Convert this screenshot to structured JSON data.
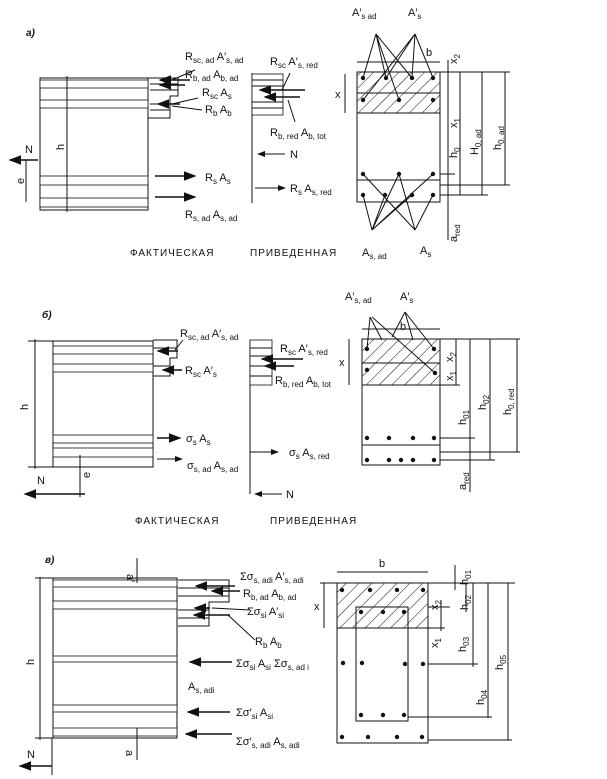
{
  "panels": [
    {
      "id": "a",
      "marker": "а)",
      "captions": {
        "actual": "ФАКТИЧЕСКАЯ",
        "reduced": "ПРИВЕДЕННАЯ"
      },
      "labels": {
        "rsc_ad": [
          {
            "t": "R",
            "s": "sc, ad"
          },
          {
            "t": " A′",
            "s": "s, ad"
          }
        ],
        "rb_ad": [
          {
            "t": "R",
            "s": "b, ad"
          },
          {
            "t": " A",
            "s": "b, ad"
          }
        ],
        "rsc_as": [
          {
            "t": "R",
            "s": "sc"
          },
          {
            "t": " A",
            "s": "s"
          }
        ],
        "rb_ab": [
          {
            "t": "R",
            "s": "b"
          },
          {
            "t": " A",
            "s": "b"
          }
        ],
        "rs_as": [
          {
            "t": "R",
            "s": "s"
          },
          {
            "t": " A",
            "s": "s"
          }
        ],
        "rs_ad": [
          {
            "t": "R",
            "s": "s, ad"
          },
          {
            "t": " A",
            "s": "s, ad"
          }
        ],
        "rsc_red": [
          {
            "t": "R",
            "s": "sc"
          },
          {
            "t": " A′",
            "s": "s, red"
          }
        ],
        "rb_red": [
          {
            "t": "R",
            "s": "b, red"
          },
          {
            "t": " A",
            "s": "b, tot"
          }
        ],
        "rs_red": [
          {
            "t": "R",
            "s": "s"
          },
          {
            "t": " A",
            "s": "s, red"
          }
        ],
        "as_ad_top": [
          {
            "t": "A′",
            "s": "s  ad"
          }
        ],
        "as_top": [
          {
            "t": "A′",
            "s": "s"
          }
        ],
        "as_ad_bot": [
          {
            "t": "A",
            "s": "s, ad"
          }
        ],
        "as_bot": [
          {
            "t": "A",
            "s": "s"
          }
        ],
        "h0": [
          {
            "t": "h",
            "s": "0"
          }
        ],
        "H0ad": [
          {
            "t": "H",
            "s": "0, ad"
          }
        ],
        "h0ad": [
          {
            "t": "h",
            "s": "0, ad"
          }
        ],
        "ared": [
          {
            "t": "a",
            "s": "red"
          }
        ],
        "x1": [
          {
            "t": "x",
            "s": "1"
          }
        ],
        "x2": [
          {
            "t": "x",
            "s": "2"
          }
        ]
      },
      "N": "N",
      "h": "h",
      "e": "e",
      "x": "x",
      "b": "b"
    },
    {
      "id": "b",
      "marker": "б)",
      "captions": {
        "actual": "ФАКТИЧЕСКАЯ",
        "reduced": "ПРИВЕДЕННАЯ"
      },
      "labels": {
        "rsc_ad": [
          {
            "t": "R",
            "s": "sc, ad"
          },
          {
            "t": " A′",
            "s": "s, ad"
          }
        ],
        "rsc_as": [
          {
            "t": "R",
            "s": "sc"
          },
          {
            "t": " A′",
            "s": "s"
          }
        ],
        "sig_as": [
          {
            "t": "σ",
            "s": "s"
          },
          {
            "t": " A",
            "s": "s"
          }
        ],
        "sig_ad": [
          {
            "t": "σ",
            "s": "s, ad"
          },
          {
            "t": " A",
            "s": "s, ad"
          }
        ],
        "rsc_red": [
          {
            "t": "R",
            "s": "sc"
          },
          {
            "t": " A′",
            "s": "s, red"
          }
        ],
        "rb_red": [
          {
            "t": "R",
            "s": "b, red"
          },
          {
            "t": " A",
            "s": "b, tot"
          }
        ],
        "sig_red": [
          {
            "t": "σ",
            "s": "s"
          },
          {
            "t": " A",
            "s": "s, red"
          }
        ],
        "as_ad_top": [
          {
            "t": "A′",
            "s": "s, ad"
          }
        ],
        "as_top": [
          {
            "t": "A′",
            "s": "s"
          }
        ],
        "h01": [
          {
            "t": "h",
            "s": "01"
          }
        ],
        "h02": [
          {
            "t": "h",
            "s": "02"
          }
        ],
        "h0red": [
          {
            "t": "h",
            "s": "0, red"
          }
        ],
        "ared": [
          {
            "t": "a",
            "s": "red"
          }
        ],
        "x1": [
          {
            "t": "x",
            "s": "1"
          }
        ],
        "x2": [
          {
            "t": "x",
            "s": "2"
          }
        ]
      },
      "N": "N",
      "h": "h",
      "e": "e",
      "x": "x",
      "b": "b"
    },
    {
      "id": "c",
      "marker": "в)",
      "labels": {
        "sig_adi_top": [
          {
            "t": "Σσ",
            "s": "s, adi"
          },
          {
            "t": " A′",
            "s": "s, adi"
          }
        ],
        "rb_ad": [
          {
            "t": "R",
            "s": "b, ad"
          },
          {
            "t": " A",
            "s": "b, ad"
          }
        ],
        "sig_si_top": [
          {
            "t": "Σσ",
            "s": "si"
          },
          {
            "t": " A′",
            "s": "si"
          }
        ],
        "rb_ab": [
          {
            "t": "R",
            "s": "b"
          },
          {
            "t": "  A",
            "s": "b"
          }
        ],
        "sig_mid": [
          {
            "t": "Σσ",
            "s": "si"
          },
          {
            "t": " A",
            "s": "si"
          },
          {
            "t": " Σσ",
            "s": "s, ad i"
          }
        ],
        "as_adi": [
          {
            "t": "A",
            "s": "s, adi"
          }
        ],
        "sig_si_low": [
          {
            "t": "Σσ′",
            "s": "si"
          },
          {
            "t": " A",
            "s": "si"
          }
        ],
        "sig_adi_bot": [
          {
            "t": "Σσ′",
            "s": "s, adi"
          },
          {
            "t": " A",
            "s": "s, adi"
          }
        ],
        "h01": [
          {
            "t": "h",
            "s": "01"
          }
        ],
        "h02": [
          {
            "t": "h",
            "s": "02"
          }
        ],
        "h03": [
          {
            "t": "h",
            "s": "03"
          }
        ],
        "h04": [
          {
            "t": "h",
            "s": "04"
          }
        ],
        "h05": [
          {
            "t": "h",
            "s": "05"
          }
        ],
        "x1": [
          {
            "t": "x",
            "s": "1"
          }
        ],
        "x2": [
          {
            "t": "x",
            "s": "2"
          }
        ]
      },
      "N": "N",
      "h": "h",
      "a_top": "a′",
      "a_bot": "a",
      "x": "x",
      "b": "b"
    }
  ]
}
